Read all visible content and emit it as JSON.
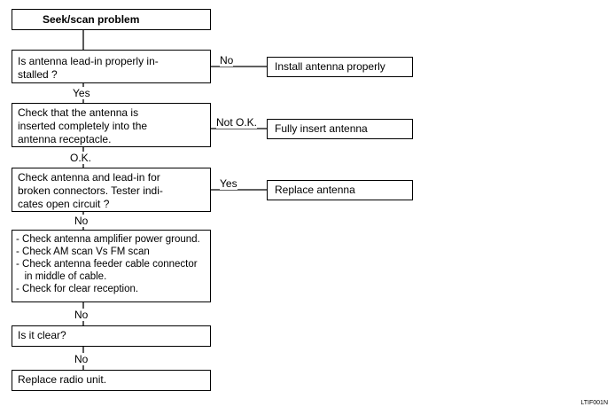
{
  "title": "Seek/scan problem",
  "q1": {
    "lines": [
      "Is antenna lead-in properly in-",
      "stalled ?"
    ]
  },
  "q2": {
    "lines": [
      "Check that the antenna is",
      "inserted completely into the",
      "antenna receptacle."
    ]
  },
  "q3": {
    "lines": [
      "Check antenna and lead-in for",
      "broken connectors. Tester indi-",
      "cates open circuit ?"
    ]
  },
  "checks": {
    "lines": [
      "- Check antenna amplifier power ground.",
      "- Check AM scan Vs FM scan",
      "- Check antenna feeder cable connector",
      "   in middle of cable.",
      "- Check for clear reception."
    ]
  },
  "q5": {
    "lines": [
      "Is it clear?"
    ]
  },
  "final": {
    "lines": [
      "Replace radio unit."
    ]
  },
  "actions": {
    "a1": "Install antenna properly",
    "a2": "Fully insert antenna",
    "a3": "Replace antenna"
  },
  "labels": {
    "l1_no": "No",
    "l1_yes": "Yes",
    "l2_notok": "Not O.K.",
    "l2_ok": "O.K.",
    "l3_yes": "Yes",
    "l3_no": "No",
    "l4_no": "No",
    "l5_no": "No"
  },
  "figure_ref": "LTIF001N"
}
